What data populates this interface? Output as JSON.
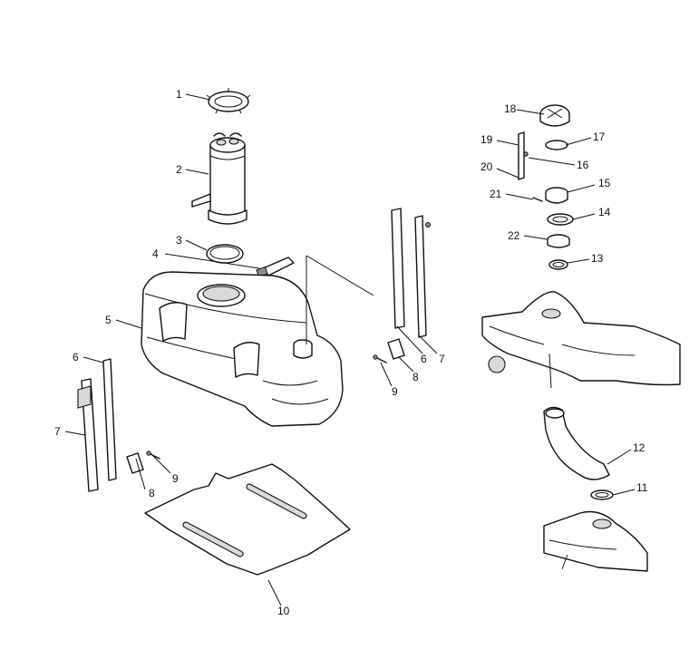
{
  "callouts": {
    "c1": "1",
    "c2": "2",
    "c3": "3",
    "c4": "4",
    "c5": "5",
    "c6a": "6",
    "c6b": "6",
    "c7a": "7",
    "c7b": "7",
    "c8a": "8",
    "c8b": "8",
    "c9a": "9",
    "c9b": "9",
    "c10": "10",
    "c11": "11",
    "c12": "12",
    "c13": "13",
    "c14": "14",
    "c15": "15",
    "c16": "16",
    "c17": "17",
    "c18": "18",
    "c19": "19",
    "c20": "20",
    "c21": "21",
    "c22": "22"
  }
}
